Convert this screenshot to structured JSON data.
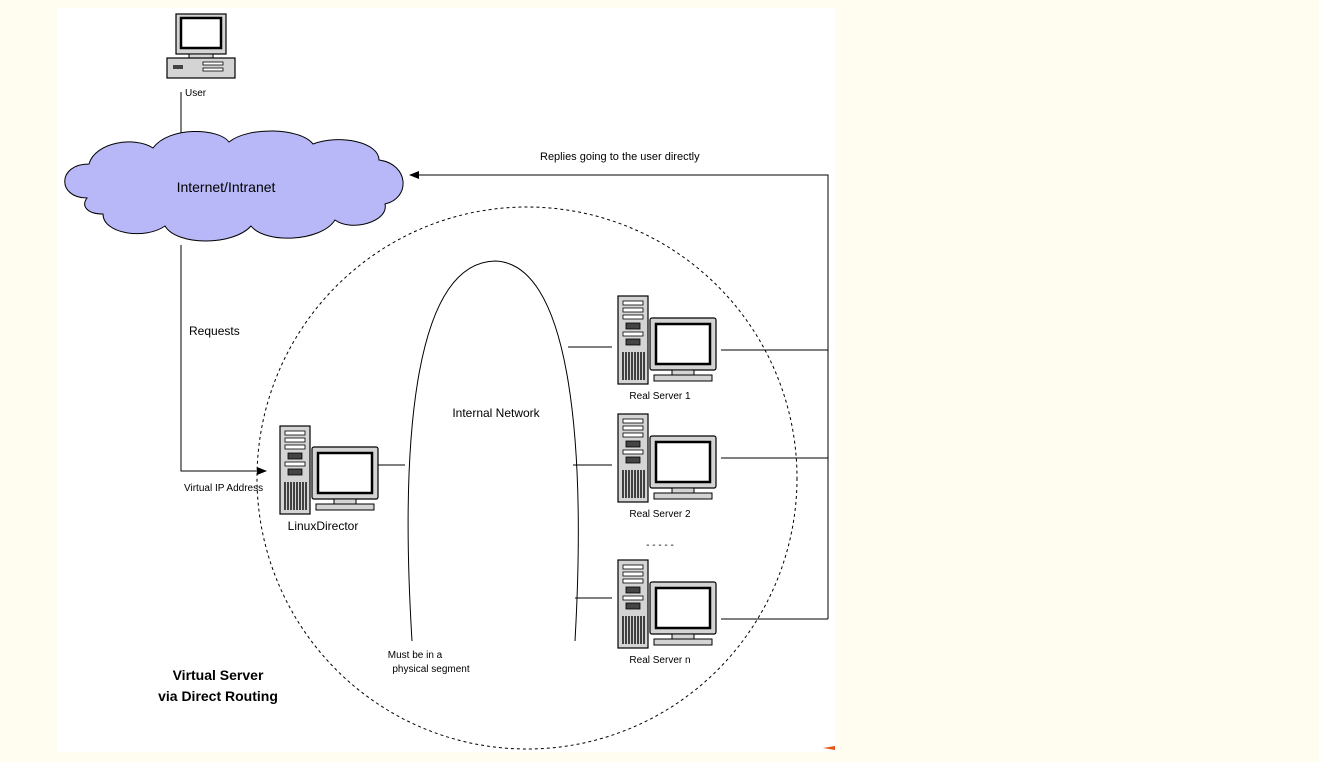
{
  "diagram": {
    "labels": {
      "user": "User",
      "internet": "Internet/Intranet",
      "replies": "Replies going to the user directly",
      "requests": "Requests",
      "internal_network": "Internal Network",
      "virtual_ip": "Virtual IP Address",
      "linux_director": "LinuxDirector",
      "real_server_1": "Real Server 1",
      "real_server_2": "Real Server 2",
      "real_server_n": "Real Server n",
      "ellipsis": "- - - - -",
      "segment_line1": "Must be in a",
      "segment_line2": "physical segment",
      "title_line1": "Virtual Server",
      "title_line2": "via Direct Routing"
    },
    "colors": {
      "cloud_fill": "#b8b8f8",
      "screen_fill": "#ffffff",
      "case_fill": "#d4d4d4",
      "accent_mark": "#e8531c"
    },
    "icons": [
      "desktop-computer-icon",
      "cloud-icon",
      "tower-server-icon"
    ]
  }
}
